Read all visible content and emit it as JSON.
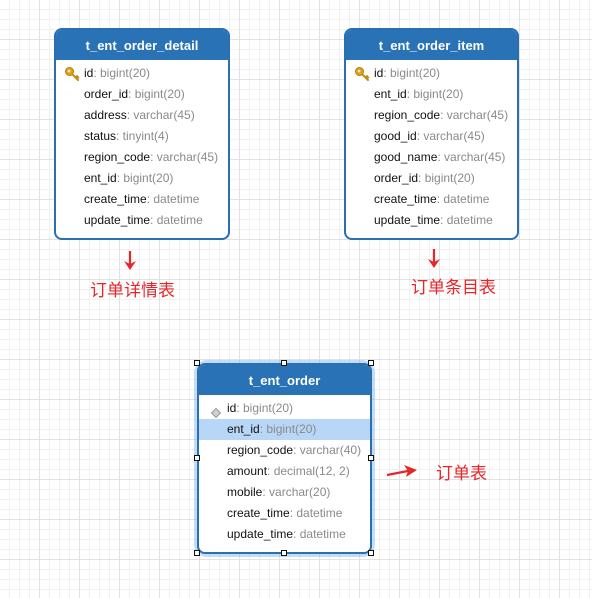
{
  "tables": {
    "order_detail": {
      "name": "t_ent_order_detail",
      "fields": [
        {
          "name": "id",
          "type": ": bigint(20)",
          "key": "primary-key"
        },
        {
          "name": "order_id",
          "type": ": bigint(20)"
        },
        {
          "name": "address",
          "type": ": varchar(45)"
        },
        {
          "name": "status",
          "type": ": tinyint(4)"
        },
        {
          "name": "region_code",
          "type": ": varchar(45)"
        },
        {
          "name": "ent_id",
          "type": ": bigint(20)"
        },
        {
          "name": "create_time",
          "type": ": datetime"
        },
        {
          "name": "update_time",
          "type": ": datetime"
        }
      ]
    },
    "order_item": {
      "name": "t_ent_order_item",
      "fields": [
        {
          "name": "id",
          "type": ": bigint(20)",
          "key": "primary-key"
        },
        {
          "name": "ent_id",
          "type": ": bigint(20)"
        },
        {
          "name": "region_code",
          "type": ": varchar(45)"
        },
        {
          "name": "good_id",
          "type": ": varchar(45)"
        },
        {
          "name": "good_name",
          "type": ": varchar(45)"
        },
        {
          "name": "order_id",
          "type": ": bigint(20)"
        },
        {
          "name": "create_time",
          "type": ": datetime"
        },
        {
          "name": "update_time",
          "type": ": datetime"
        }
      ]
    },
    "order": {
      "name": "t_ent_order",
      "fields": [
        {
          "name": "id",
          "type": ": bigint(20)",
          "key": "diamond"
        },
        {
          "name": "ent_id",
          "type": ": bigint(20)",
          "selected": true
        },
        {
          "name": "region_code",
          "type": ": varchar(40)"
        },
        {
          "name": "amount",
          "type": ": decimal(12, 2)"
        },
        {
          "name": "mobile",
          "type": ": varchar(20)"
        },
        {
          "name": "create_time",
          "type": ": datetime"
        },
        {
          "name": "update_time",
          "type": ": datetime"
        }
      ]
    }
  },
  "annotations": {
    "order_detail": "订单详情表",
    "order_item": "订单条目表",
    "order": "订单表"
  },
  "colors": {
    "header": "#2872b5",
    "border": "#2a6fb0",
    "annotation": "#e8262a",
    "selected_row": "#b8d7f6"
  }
}
